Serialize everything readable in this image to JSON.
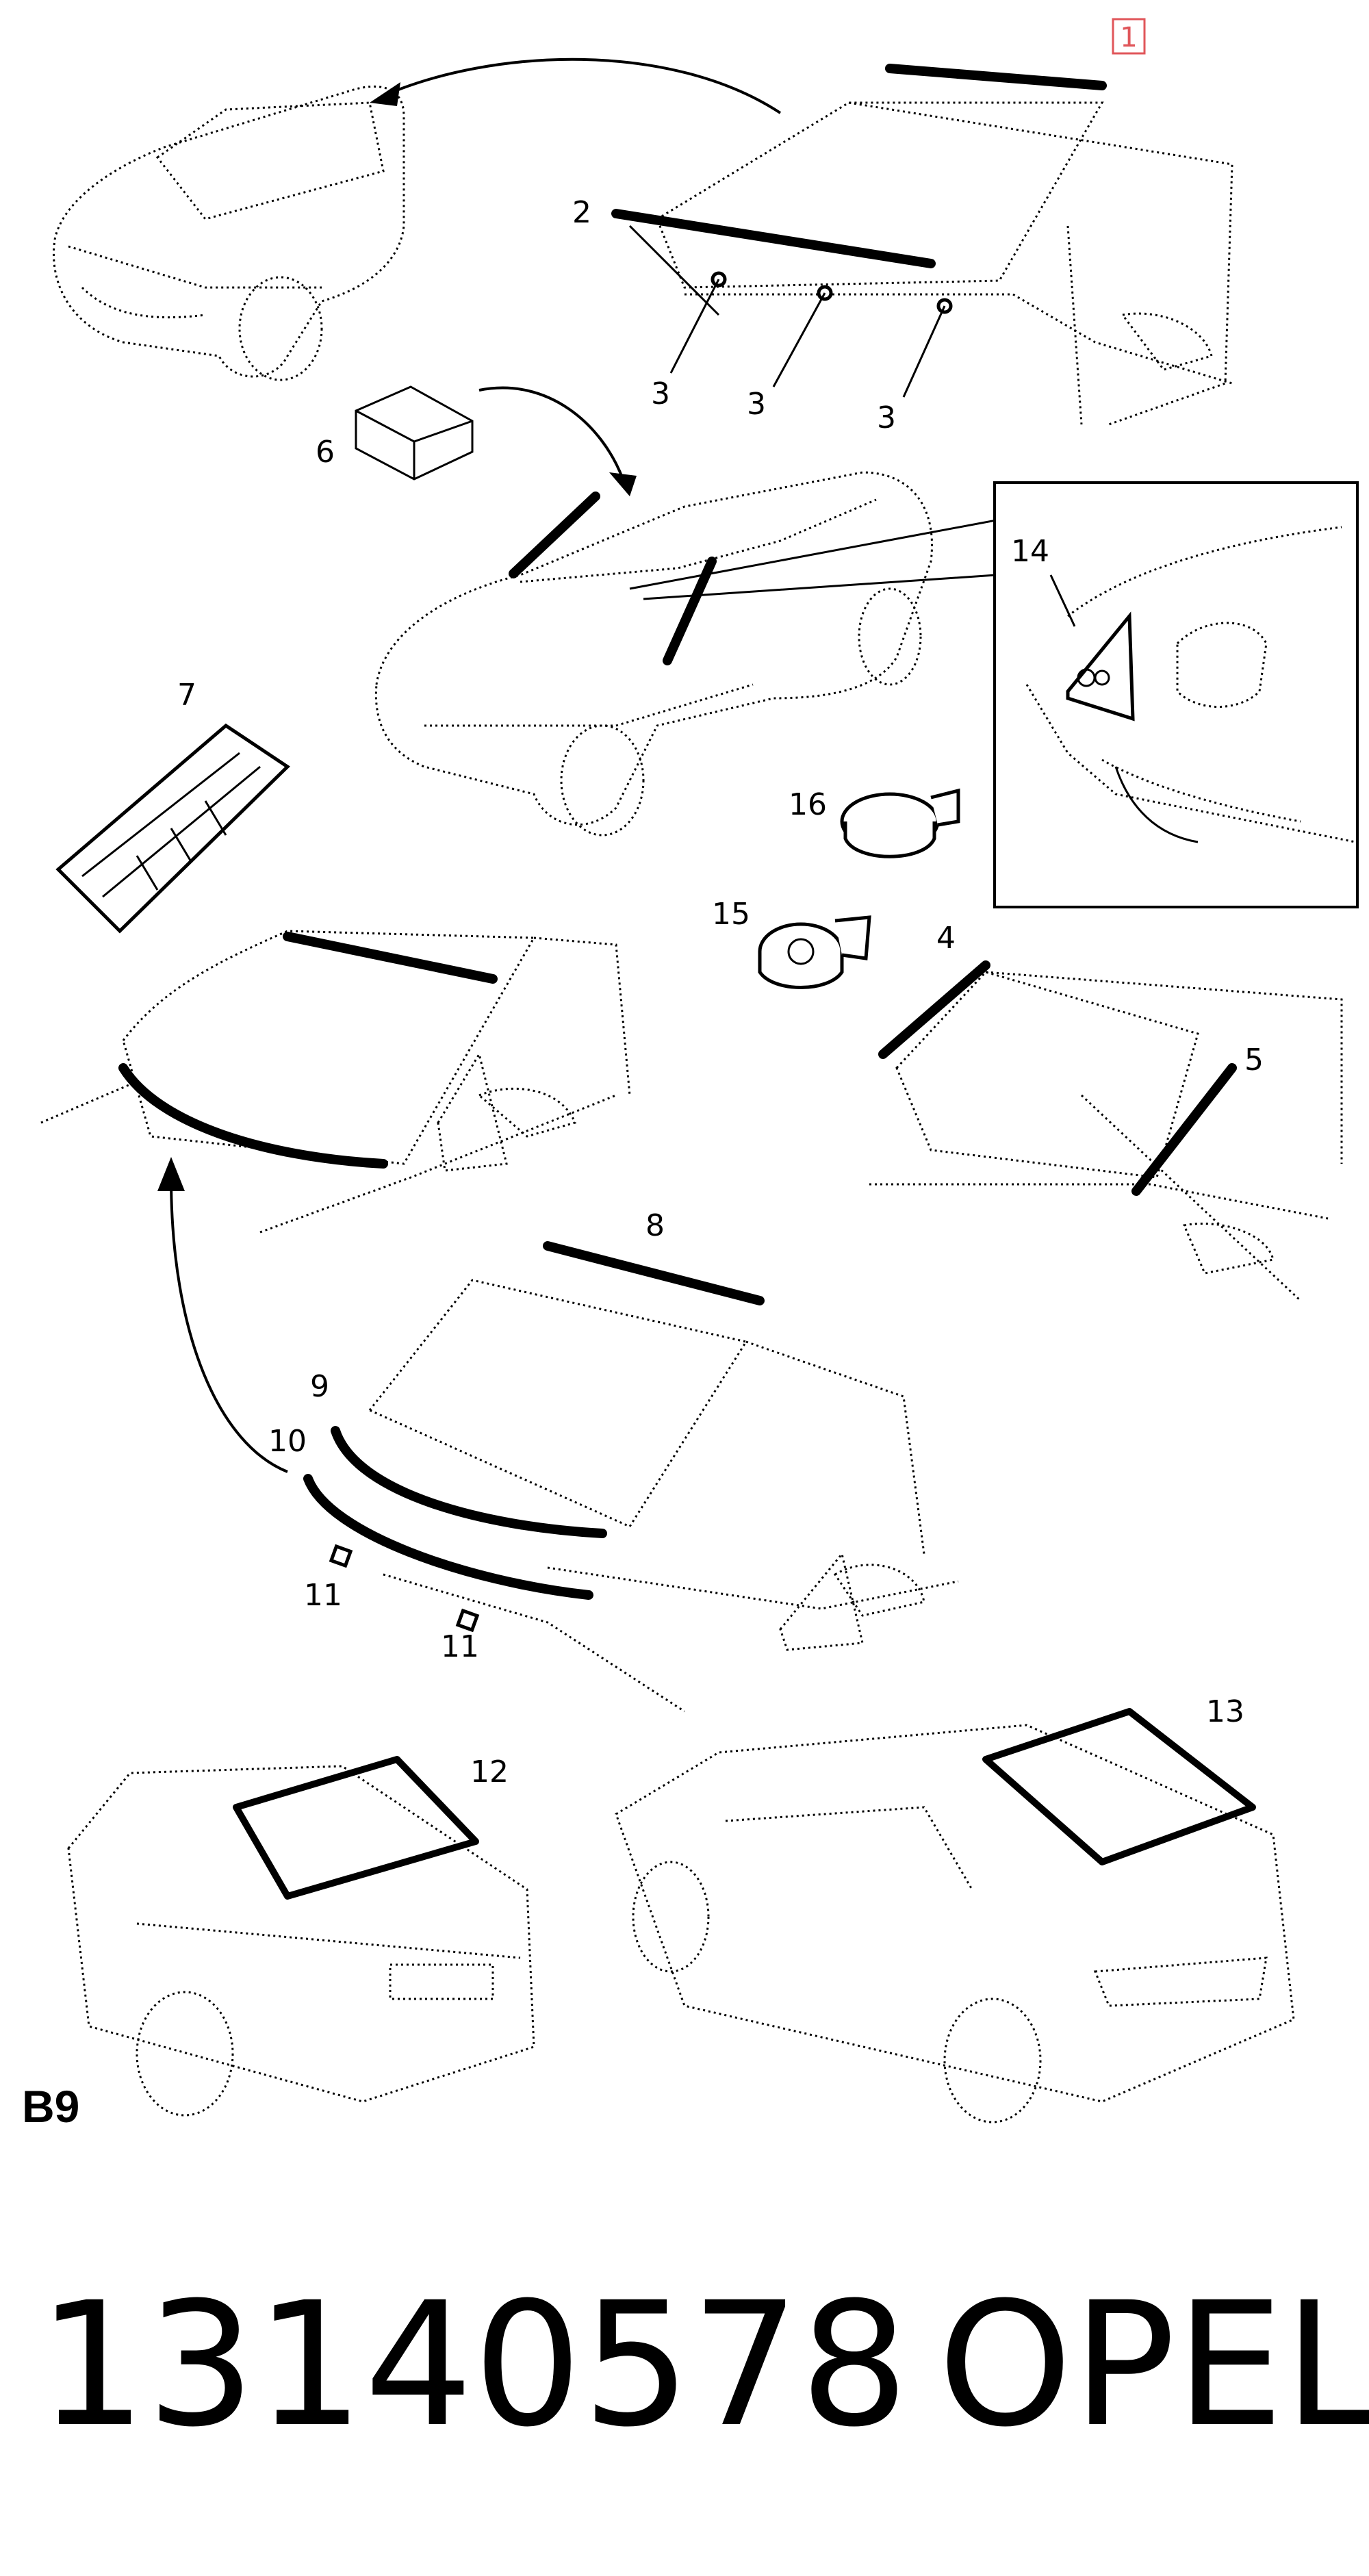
{
  "diagram": {
    "callouts": {
      "c1": "1",
      "c2": "2",
      "c3a": "3",
      "c3b": "3",
      "c3c": "3",
      "c4": "4",
      "c5": "5",
      "c6": "6",
      "c7": "7",
      "c8": "8",
      "c9": "9",
      "c10": "10",
      "c11a": "11",
      "c11b": "11",
      "c12": "12",
      "c13": "13",
      "c14": "14",
      "c15": "15",
      "c16": "16"
    },
    "section_tag": "B9",
    "highlight_color": "#e0565a"
  },
  "footer": {
    "part_number": "13140578",
    "brand": "OPEL"
  }
}
